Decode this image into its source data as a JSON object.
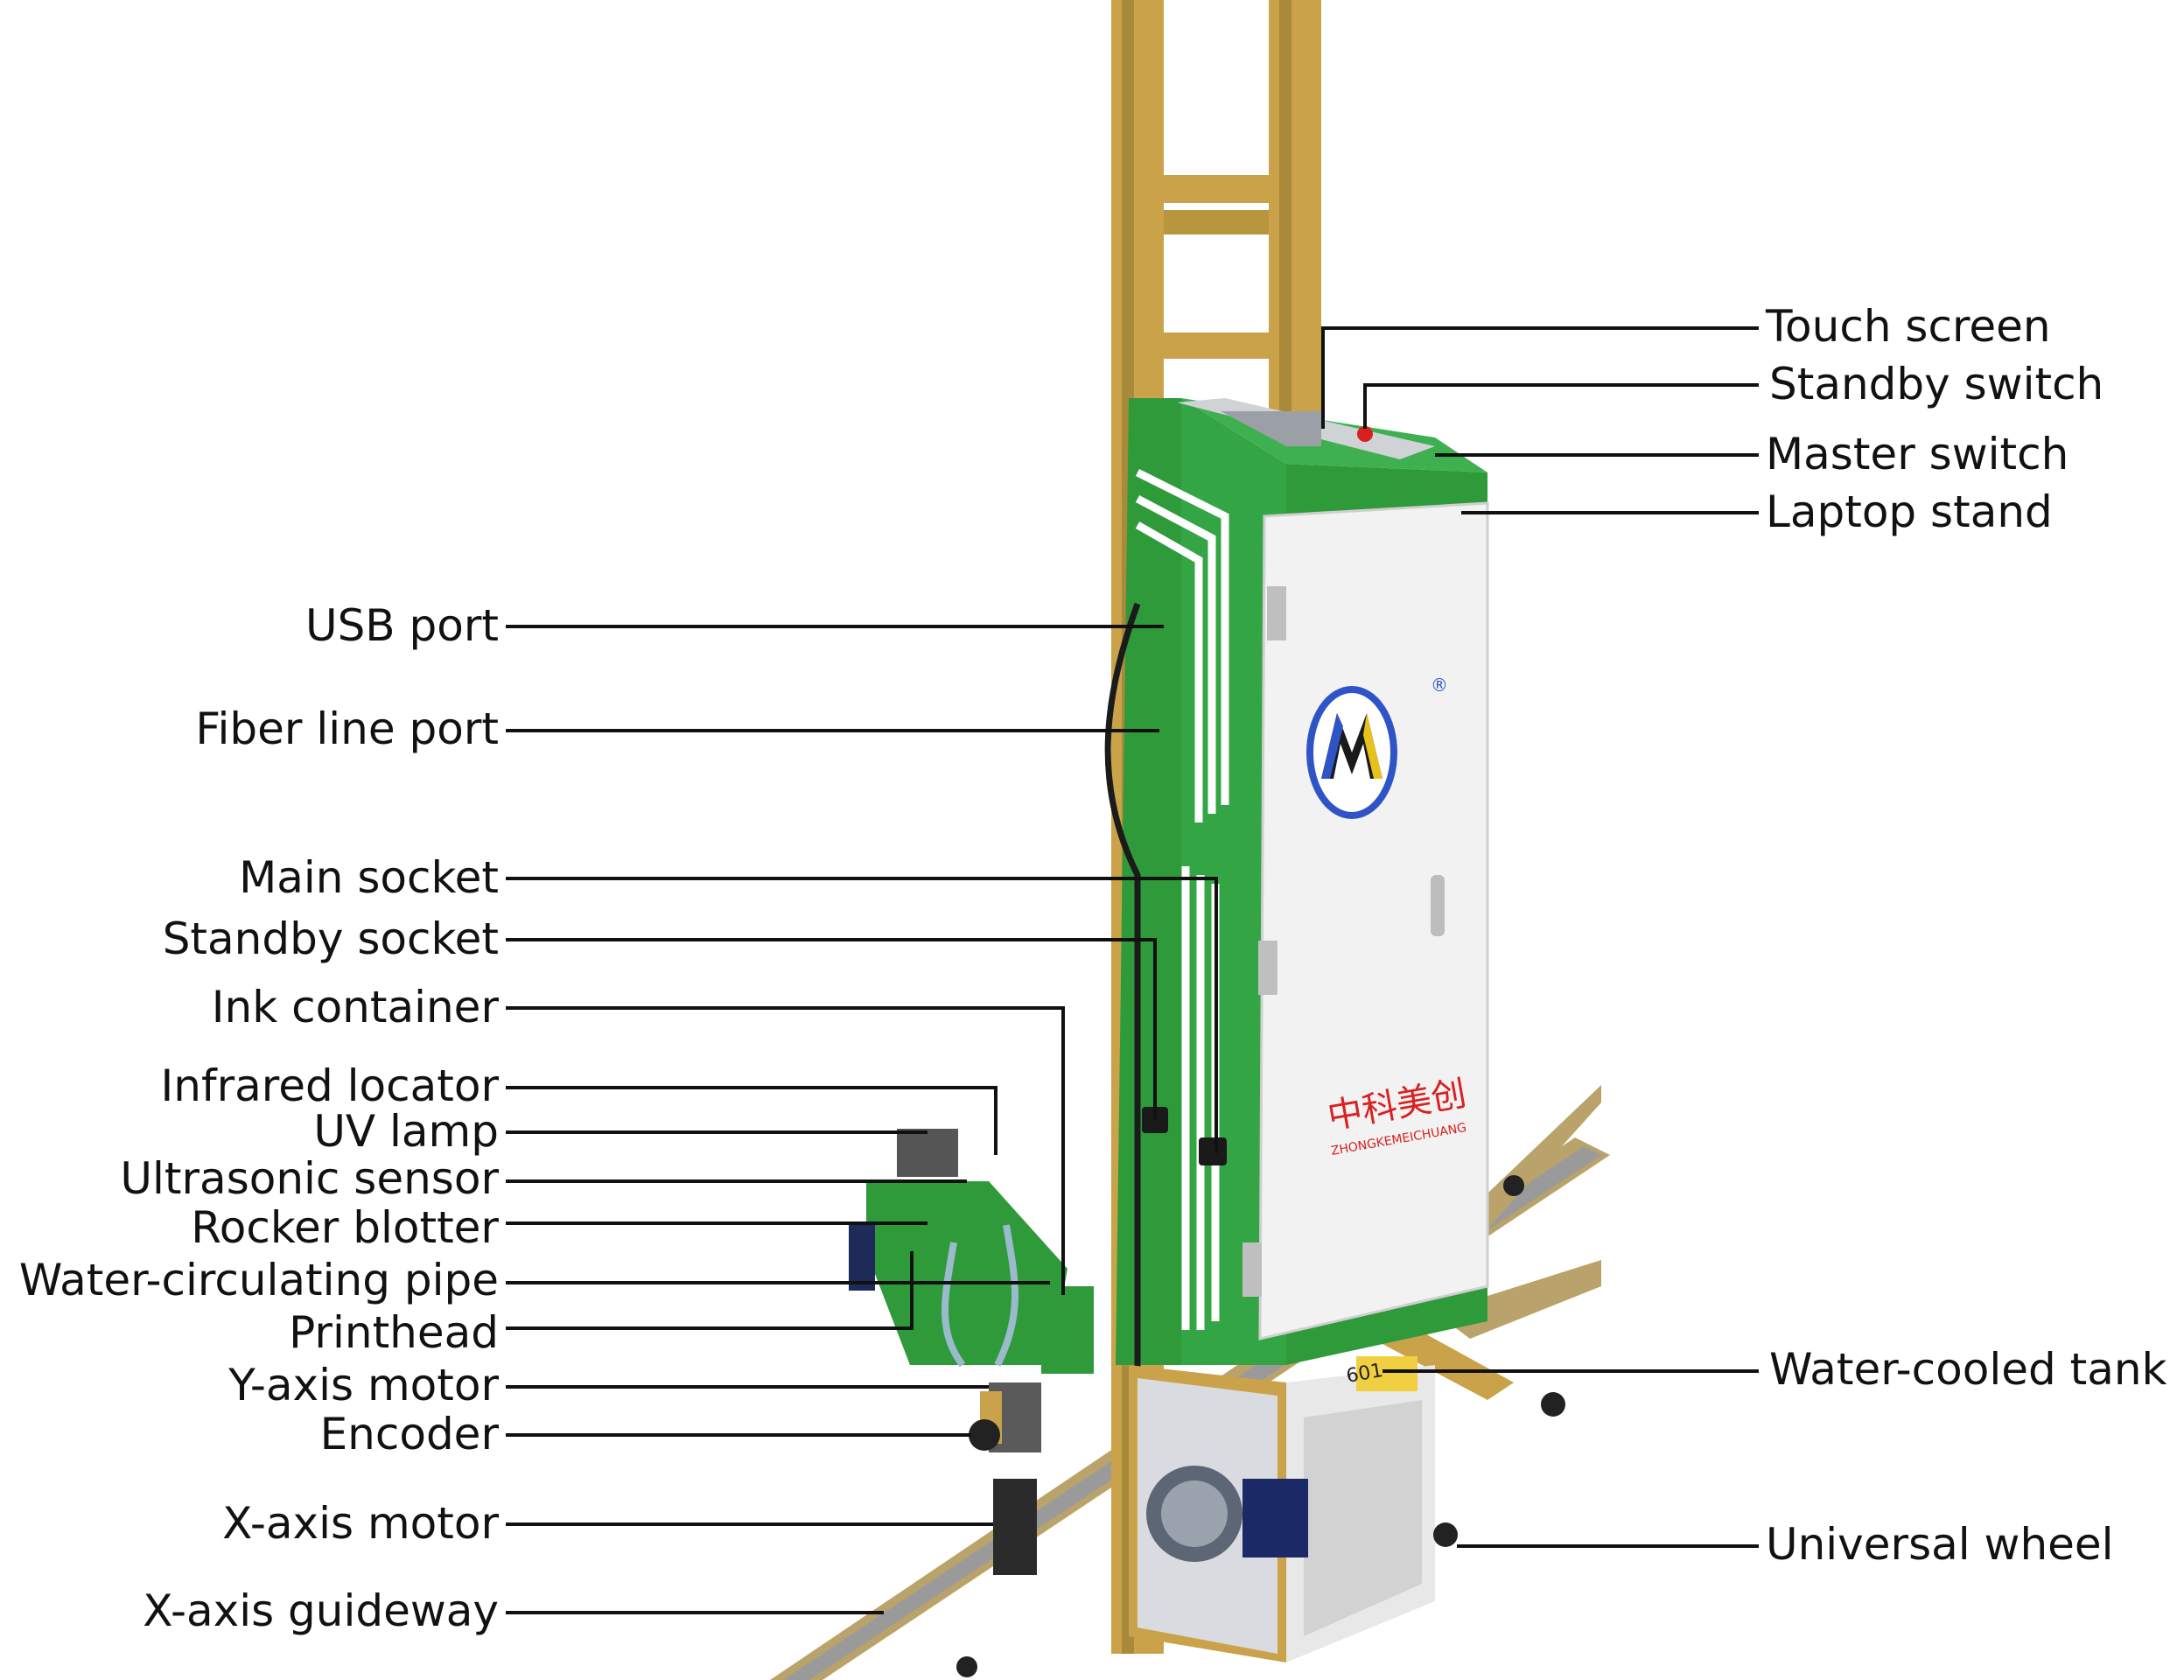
{
  "diagram": {
    "labels_left": [
      {
        "id": "usb-port",
        "text": "USB port"
      },
      {
        "id": "fiber-line-port",
        "text": "Fiber line port"
      },
      {
        "id": "main-socket",
        "text": "Main socket"
      },
      {
        "id": "standby-socket",
        "text": "Standby socket"
      },
      {
        "id": "ink-container",
        "text": "Ink container"
      },
      {
        "id": "infrared-locator",
        "text": "Infrared locator"
      },
      {
        "id": "uv-lamp",
        "text": "UV lamp"
      },
      {
        "id": "ultrasonic-sensor",
        "text": "Ultrasonic sensor"
      },
      {
        "id": "rocker-blotter",
        "text": "Rocker blotter"
      },
      {
        "id": "water-circulating-pipe",
        "text": "Water-circulating pipe"
      },
      {
        "id": "printhead",
        "text": "Printhead"
      },
      {
        "id": "y-axis-motor",
        "text": "Y-axis motor"
      },
      {
        "id": "encoder",
        "text": "Encoder"
      },
      {
        "id": "x-axis-motor",
        "text": "X-axis motor"
      },
      {
        "id": "x-axis-guideway",
        "text": "X-axis guideway"
      }
    ],
    "labels_right": [
      {
        "id": "touch-screen",
        "text": "Touch screen"
      },
      {
        "id": "standby-switch",
        "text": "Standby switch"
      },
      {
        "id": "master-switch",
        "text": "Master switch"
      },
      {
        "id": "laptop-stand",
        "text": "Laptop stand"
      },
      {
        "id": "water-cooled-tank",
        "text": "Water-cooled tank"
      },
      {
        "id": "universal-wheel",
        "text": "Universal wheel"
      }
    ]
  },
  "brand": {
    "logo_letter": "M",
    "cn_name": "中科美创",
    "en_name": "ZHONGKEMEICHUANG",
    "registered": "®",
    "tank_code": "601"
  },
  "colors": {
    "body_green": "#2e9a3a",
    "frame_gold": "#c9a24a",
    "panel_white": "#f2f2f2",
    "tank_gray": "#d9dbe0",
    "brand_red": "#d92020",
    "leader_line": "#111111"
  }
}
